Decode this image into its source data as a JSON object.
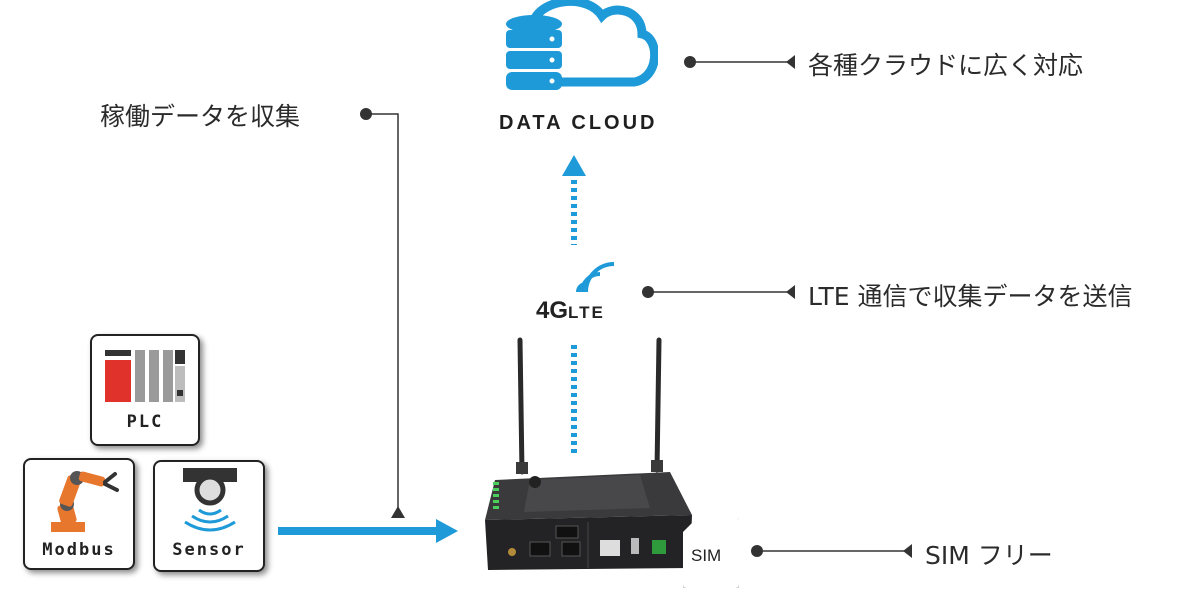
{
  "cloud": {
    "title": "DATA CLOUD"
  },
  "network": {
    "label_4g": "4G",
    "label_lte": "LTE"
  },
  "callouts": {
    "cloud": "各種クラウドに広く対応",
    "collect": "稼働データを収集",
    "lte": "LTE 通信で収集データを送信",
    "sim": "SIM フリー"
  },
  "devices": {
    "plc": "PLC",
    "modbus": "Modbus",
    "sensor": "Sensor"
  },
  "sim_card": {
    "label": "SIM"
  },
  "colors": {
    "accent_blue": "#1e9ad8",
    "plc_red": "#e0312b",
    "robot_orange": "#e8772e",
    "line": "#333333"
  }
}
